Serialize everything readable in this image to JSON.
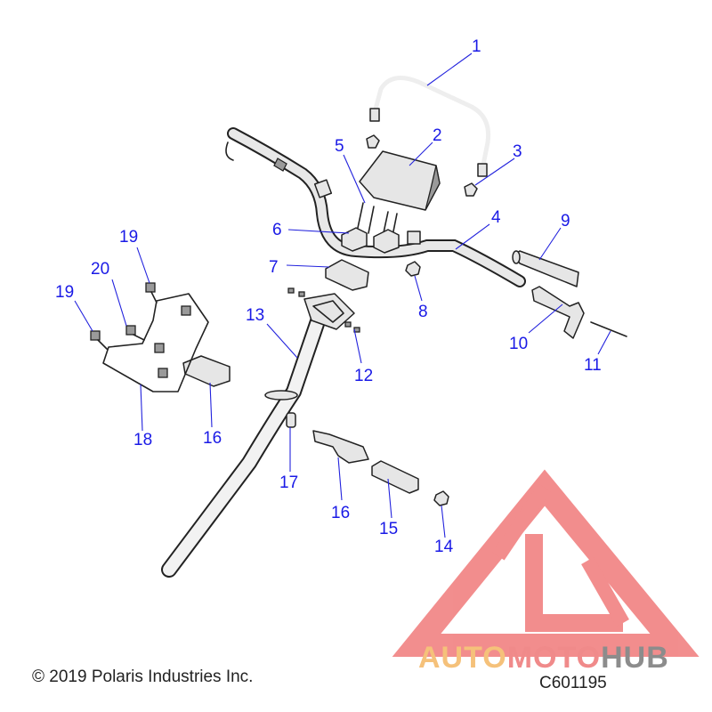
{
  "callouts": [
    {
      "id": 1,
      "label": "1"
    },
    {
      "id": 2,
      "label": "2"
    },
    {
      "id": 3,
      "label": "3"
    },
    {
      "id": 4,
      "label": "4"
    },
    {
      "id": 5,
      "label": "5"
    },
    {
      "id": 6,
      "label": "6"
    },
    {
      "id": 7,
      "label": "7"
    },
    {
      "id": 8,
      "label": "8"
    },
    {
      "id": 9,
      "label": "9"
    },
    {
      "id": 10,
      "label": "10"
    },
    {
      "id": 11,
      "label": "11"
    },
    {
      "id": 12,
      "label": "12"
    },
    {
      "id": 13,
      "label": "13"
    },
    {
      "id": 14,
      "label": "14"
    },
    {
      "id": 15,
      "label": "15"
    },
    {
      "id": 16,
      "label": "16"
    },
    {
      "id": 17,
      "label": "17"
    },
    {
      "id": 18,
      "label": "18"
    },
    {
      "id": 19,
      "label": "19"
    },
    {
      "id": 20,
      "label": "20"
    }
  ],
  "labels": {
    "c1": "1",
    "c2": "2",
    "c3": "3",
    "c4": "4",
    "c5": "5",
    "c6": "6",
    "c7": "7",
    "c8": "8",
    "c9": "9",
    "c10": "10",
    "c11": "11",
    "c12": "12",
    "c13": "13",
    "c14": "14",
    "c15": "15",
    "c16a": "16",
    "c16b": "16",
    "c17": "17",
    "c18": "18",
    "c19a": "19",
    "c19b": "19",
    "c20": "20"
  },
  "watermark": {
    "word_part1": "AUTO",
    "word_part2": "MOTO",
    "word_part3": "HUB",
    "color_part1": "#f5c17a",
    "color_part2": "#f08a8a",
    "color_part3": "#8c8c8c",
    "logo_color": "#f07a7a"
  },
  "footer": {
    "copyright": "© 2019 Polaris Industries Inc.",
    "diagram_code": "C601195"
  },
  "colors": {
    "callout_text": "#1a1ae6",
    "callout_leader": "#2222dd",
    "line_art": "#222222"
  }
}
